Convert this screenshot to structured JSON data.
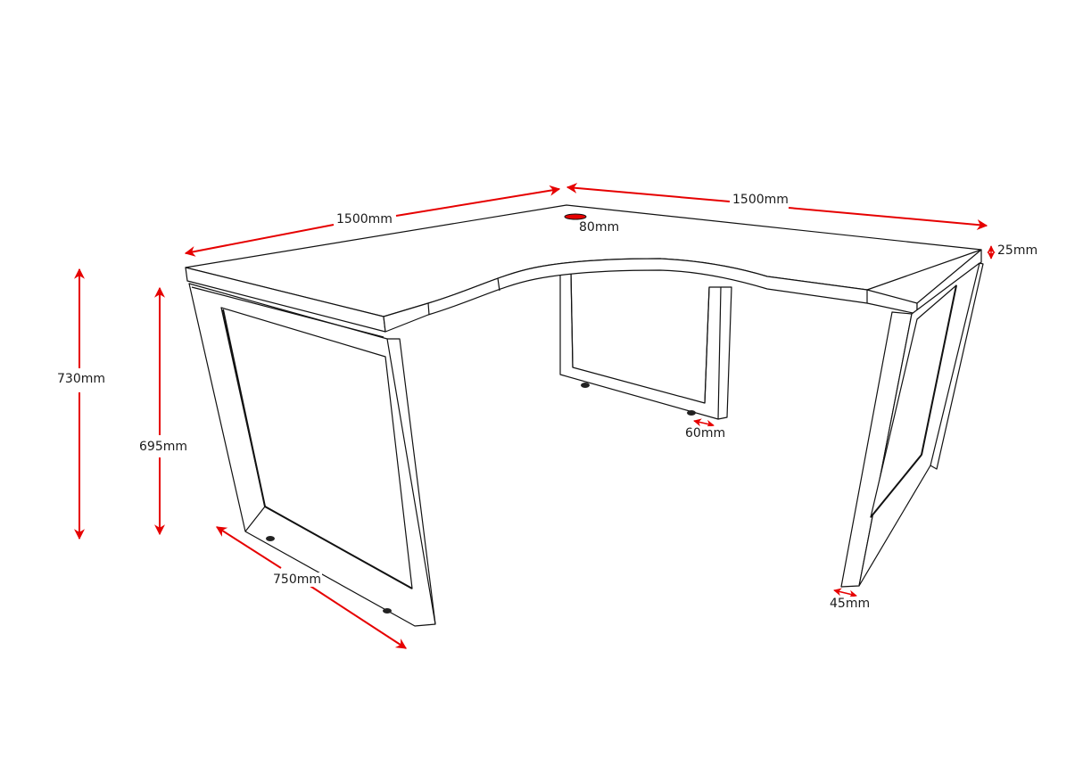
{
  "diagram": {
    "subject": "L-shaped corner desk with square frame legs",
    "accent_color": "#e60000",
    "line_color": "#111111",
    "dimensions": {
      "top_left_length": "1500mm",
      "top_right_length": "1500mm",
      "grommet_diameter": "80mm",
      "top_thickness": "25mm",
      "overall_height": "730mm",
      "leg_height": "695mm",
      "leg_depth": "750mm",
      "center_leg_width": "60mm",
      "leg_frame_width": "45mm"
    }
  }
}
